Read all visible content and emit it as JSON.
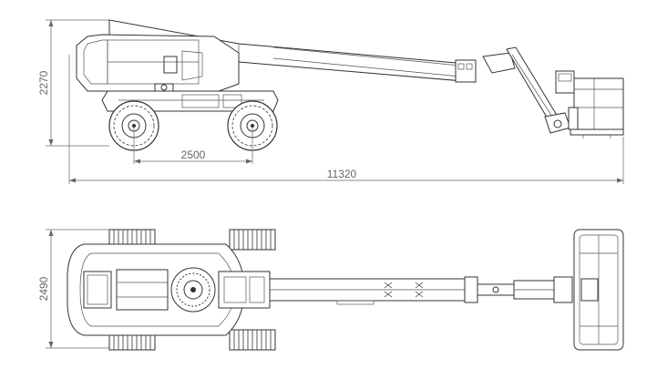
{
  "dimensions": {
    "side_height": "2270",
    "wheelbase": "2500",
    "overall_length": "11320",
    "plan_width": "2490"
  }
}
